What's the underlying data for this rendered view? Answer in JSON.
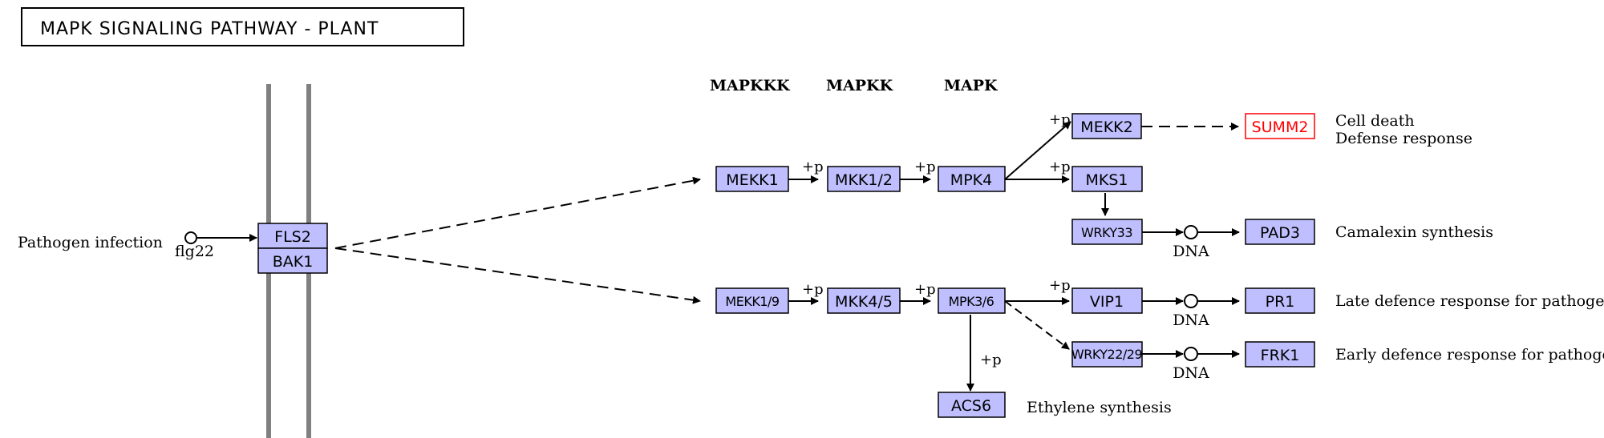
{
  "title": "MAPK SIGNALING PATHWAY - PLANT",
  "tiers": {
    "mapkkk": "MAPKKK",
    "mapkk": "MAPKK",
    "mapk": "MAPK"
  },
  "inputs": {
    "pathogen_infection": "Pathogen infection",
    "flg22": "flg22"
  },
  "genes": {
    "fls2": "FLS2",
    "bak1": "BAK1",
    "mekk1": "MEKK1",
    "mkk1_2": "MKK1/2",
    "mpk4": "MPK4",
    "mekk2": "MEKK2",
    "summ2": "SUMM2",
    "mks1": "MKS1",
    "wrky33": "WRKY33",
    "pad3": "PAD3",
    "mekk1_9": "MEKK1/9",
    "mkk4_5": "MKK4/5",
    "mpk3_6": "MPK3/6",
    "vip1": "VIP1",
    "pr1": "PR1",
    "wrky22_29": "WRKY22/29",
    "frk1": "FRK1",
    "acs6": "ACS6"
  },
  "phospho": "+p",
  "dna": "DNA",
  "outcomes": {
    "cell_death": "Cell death",
    "defense_response": "Defense response",
    "camalexin": "Camalexin synthesis",
    "late_defence": "Late defence response for pathogen",
    "early_defence": "Early defence response for pathogen",
    "ethylene": "Ethylene synthesis"
  },
  "colors": {
    "gene_fill": "#bfbfff",
    "gene_stroke": "#000000",
    "highlight": "#ff0000",
    "membrane": "#808080"
  }
}
